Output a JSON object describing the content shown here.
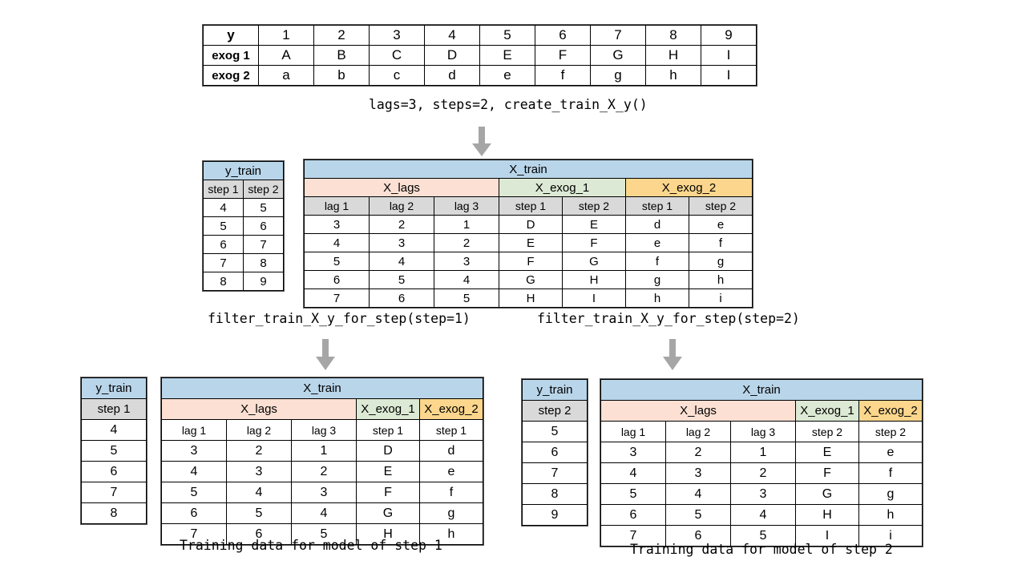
{
  "source_table": {
    "row_labels": [
      "y",
      "exog 1",
      "exog 2"
    ],
    "y_values": [
      "1",
      "2",
      "3",
      "4",
      "5",
      "6",
      "7",
      "8",
      "9"
    ],
    "exog1_values": [
      "A",
      "B",
      "C",
      "D",
      "E",
      "F",
      "G",
      "H",
      "I"
    ],
    "exog2_values": [
      "a",
      "b",
      "c",
      "d",
      "e",
      "f",
      "g",
      "h",
      "I"
    ]
  },
  "captions": {
    "create_train": "lags=3, steps=2, create_train_X_y()",
    "filter_step1": "filter_train_X_y_for_step(step=1)",
    "filter_step2": "filter_train_X_y_for_step(step=2)",
    "training_step1": "Training data for model of step 1",
    "training_step2": "Training data for model of step 2"
  },
  "middle": {
    "y_train": {
      "title": "y_train",
      "columns": [
        "step 1",
        "step 2"
      ],
      "rows": [
        [
          "4",
          "5"
        ],
        [
          "5",
          "6"
        ],
        [
          "6",
          "7"
        ],
        [
          "7",
          "8"
        ],
        [
          "8",
          "9"
        ]
      ]
    },
    "x_train": {
      "title": "X_train",
      "groups": [
        {
          "label": "X_lags",
          "span": 3
        },
        {
          "label": "X_exog_1",
          "span": 2
        },
        {
          "label": "X_exog_2",
          "span": 2
        }
      ],
      "columns": [
        "lag 1",
        "lag 2",
        "lag 3",
        "step 1",
        "step 2",
        "step 1",
        "step 2"
      ],
      "rows": [
        [
          "3",
          "2",
          "1",
          "D",
          "E",
          "d",
          "e"
        ],
        [
          "4",
          "3",
          "2",
          "E",
          "F",
          "e",
          "f"
        ],
        [
          "5",
          "4",
          "3",
          "F",
          "G",
          "f",
          "g"
        ],
        [
          "6",
          "5",
          "4",
          "G",
          "H",
          "g",
          "h"
        ],
        [
          "7",
          "6",
          "5",
          "H",
          "I",
          "h",
          "i"
        ]
      ]
    }
  },
  "bottom_left": {
    "y_train": {
      "title": "y_train",
      "columns": [
        "step 1"
      ],
      "rows": [
        [
          "4"
        ],
        [
          "5"
        ],
        [
          "6"
        ],
        [
          "7"
        ],
        [
          "8"
        ]
      ]
    },
    "x_train": {
      "title": "X_train",
      "groups": [
        {
          "label": "X_lags",
          "span": 3
        },
        {
          "label": "X_exog_1",
          "span": 1
        },
        {
          "label": "X_exog_2",
          "span": 1
        }
      ],
      "columns": [
        "lag 1",
        "lag 2",
        "lag 3",
        "step 1",
        "step 1"
      ],
      "rows": [
        [
          "3",
          "2",
          "1",
          "D",
          "d"
        ],
        [
          "4",
          "3",
          "2",
          "E",
          "e"
        ],
        [
          "5",
          "4",
          "3",
          "F",
          "f"
        ],
        [
          "6",
          "5",
          "4",
          "G",
          "g"
        ],
        [
          "7",
          "6",
          "5",
          "H",
          "h"
        ]
      ]
    }
  },
  "bottom_right": {
    "y_train": {
      "title": "y_train",
      "columns": [
        "step 2"
      ],
      "rows": [
        [
          "5"
        ],
        [
          "6"
        ],
        [
          "7"
        ],
        [
          "8"
        ],
        [
          "9"
        ]
      ]
    },
    "x_train": {
      "title": "X_train",
      "groups": [
        {
          "label": "X_lags",
          "span": 3
        },
        {
          "label": "X_exog_1",
          "span": 1
        },
        {
          "label": "X_exog_2",
          "span": 1
        }
      ],
      "columns": [
        "lag 1",
        "lag 2",
        "lag 3",
        "step 2",
        "step 2"
      ],
      "rows": [
        [
          "3",
          "2",
          "1",
          "E",
          "e"
        ],
        [
          "4",
          "3",
          "2",
          "F",
          "f"
        ],
        [
          "5",
          "4",
          "3",
          "G",
          "g"
        ],
        [
          "6",
          "5",
          "4",
          "H",
          "h"
        ],
        [
          "7",
          "6",
          "5",
          "I",
          "i"
        ]
      ]
    }
  },
  "colors": {
    "blue": "#b9d5ea",
    "pink": "#fbe0d3",
    "green": "#dce9d4",
    "yellow": "#fbd68c",
    "gray": "#d9d9d9",
    "arrow": "#a6a6a6",
    "border": "#000000"
  },
  "icons": {
    "arrow_down": "down-arrow-icon"
  }
}
